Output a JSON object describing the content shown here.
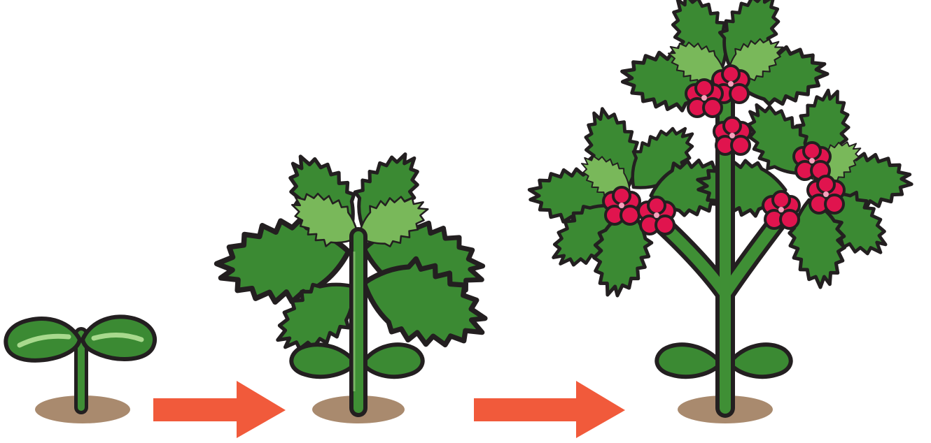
{
  "scene": {
    "background_color": "#ffffff",
    "stages": [
      {
        "name": "seedling"
      },
      {
        "name": "young-plant"
      },
      {
        "name": "flowering-plant"
      }
    ],
    "arrow_count": 2
  },
  "palette": {
    "outline": "#231f20",
    "stem_green": "#3f8f35",
    "leaf_dark_green": "#3b8a33",
    "leaf_light_green": "#79b85a",
    "highlight_green": "#a8d98d",
    "flower_pink": "#e0144e",
    "flower_light_pink": "#f4a3bd",
    "soil": "#a98a6e",
    "arrow_orange": "#f15a3b"
  },
  "icons": {
    "seedling": "seedling-icon",
    "young_plant": "young-plant-icon",
    "flowering_plant": "flowering-plant-icon",
    "arrow": "arrow-right-icon",
    "flower": "flower-icon",
    "soil": "soil-mound-icon"
  }
}
